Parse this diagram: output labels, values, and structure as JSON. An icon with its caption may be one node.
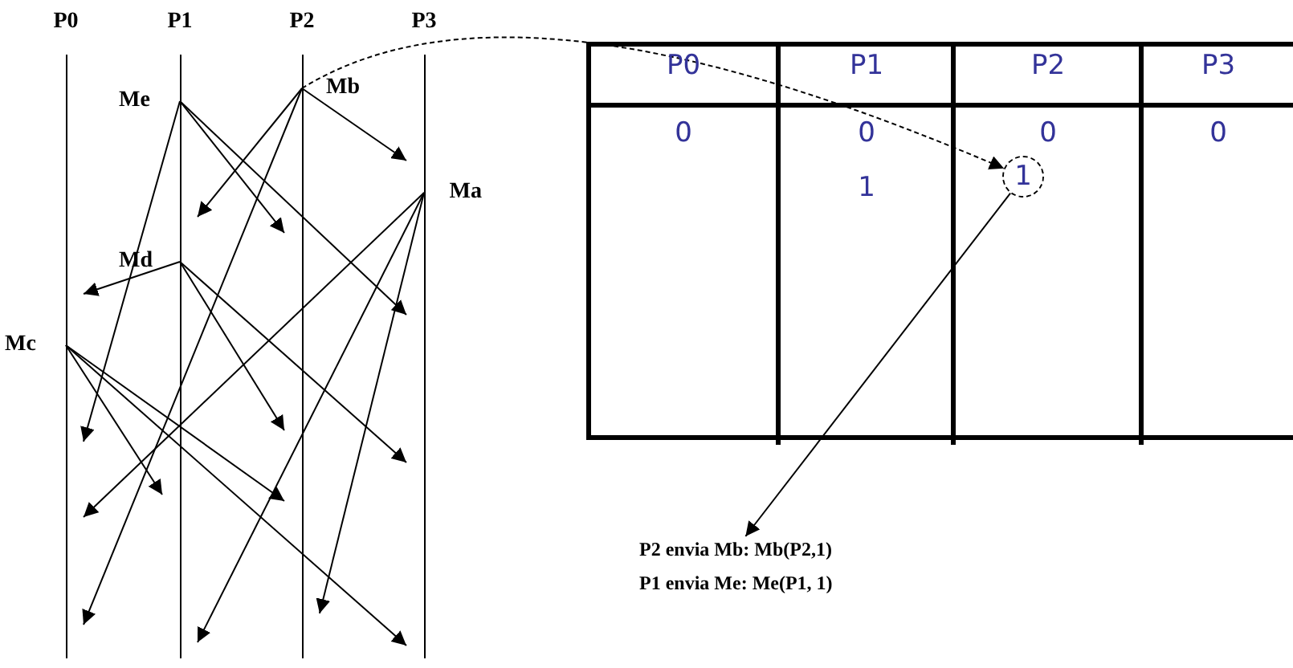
{
  "diagram": {
    "nodes": [
      {
        "text": [
          "P0"
        ]
      },
      {
        "text": [
          "P1"
        ]
      },
      {
        "text": [
          "P2"
        ]
      },
      {
        "text": [
          "P3"
        ]
      },
      {
        "text": [
          "Me"
        ]
      },
      {
        "text": [
          "Mb"
        ]
      },
      {
        "text": [
          "Ma"
        ]
      },
      {
        "text": [
          "Md"
        ]
      },
      {
        "text": [
          "Mc"
        ]
      },
      {
        "text": [
          "1"
        ]
      },
      {
        "text": [
          "P2 envia Mb: Mb(P2,1)"
        ]
      }
    ],
    "edges": [
      {
        "from": 4,
        "to": 0,
        "arrow": "to"
      },
      {
        "from": 4,
        "to": 2,
        "arrow": "to"
      },
      {
        "from": 4,
        "to": 3,
        "arrow": "to"
      },
      {
        "from": 5,
        "to": 3,
        "arrow": "to"
      },
      {
        "from": 5,
        "to": 1,
        "arrow": "to"
      },
      {
        "from": 5,
        "to": 0,
        "arrow": "to"
      },
      {
        "from": 6,
        "to": 0,
        "arrow": "to"
      },
      {
        "from": 6,
        "to": 1,
        "arrow": "to"
      },
      {
        "from": 6,
        "to": 2,
        "arrow": "to"
      },
      {
        "from": 7,
        "to": 0,
        "arrow": "to"
      },
      {
        "from": 7,
        "to": 2,
        "arrow": "to"
      },
      {
        "from": 7,
        "to": 3,
        "arrow": "to"
      },
      {
        "from": 8,
        "to": 1,
        "arrow": "to"
      },
      {
        "from": 8,
        "to": 2,
        "arrow": "to"
      },
      {
        "from": 8,
        "to": 3,
        "arrow": "to"
      },
      {
        "from": 5,
        "to": 9,
        "arrow": "to",
        "style": "dashed"
      },
      {
        "from": 9,
        "to": 10,
        "arrow": "to"
      }
    ],
    "labels": [
      "P0",
      "P1",
      "P2",
      "P3",
      "0",
      "0",
      "0",
      "0",
      "1",
      "P1 envia Me: Me(P1, 1)"
    ]
  }
}
